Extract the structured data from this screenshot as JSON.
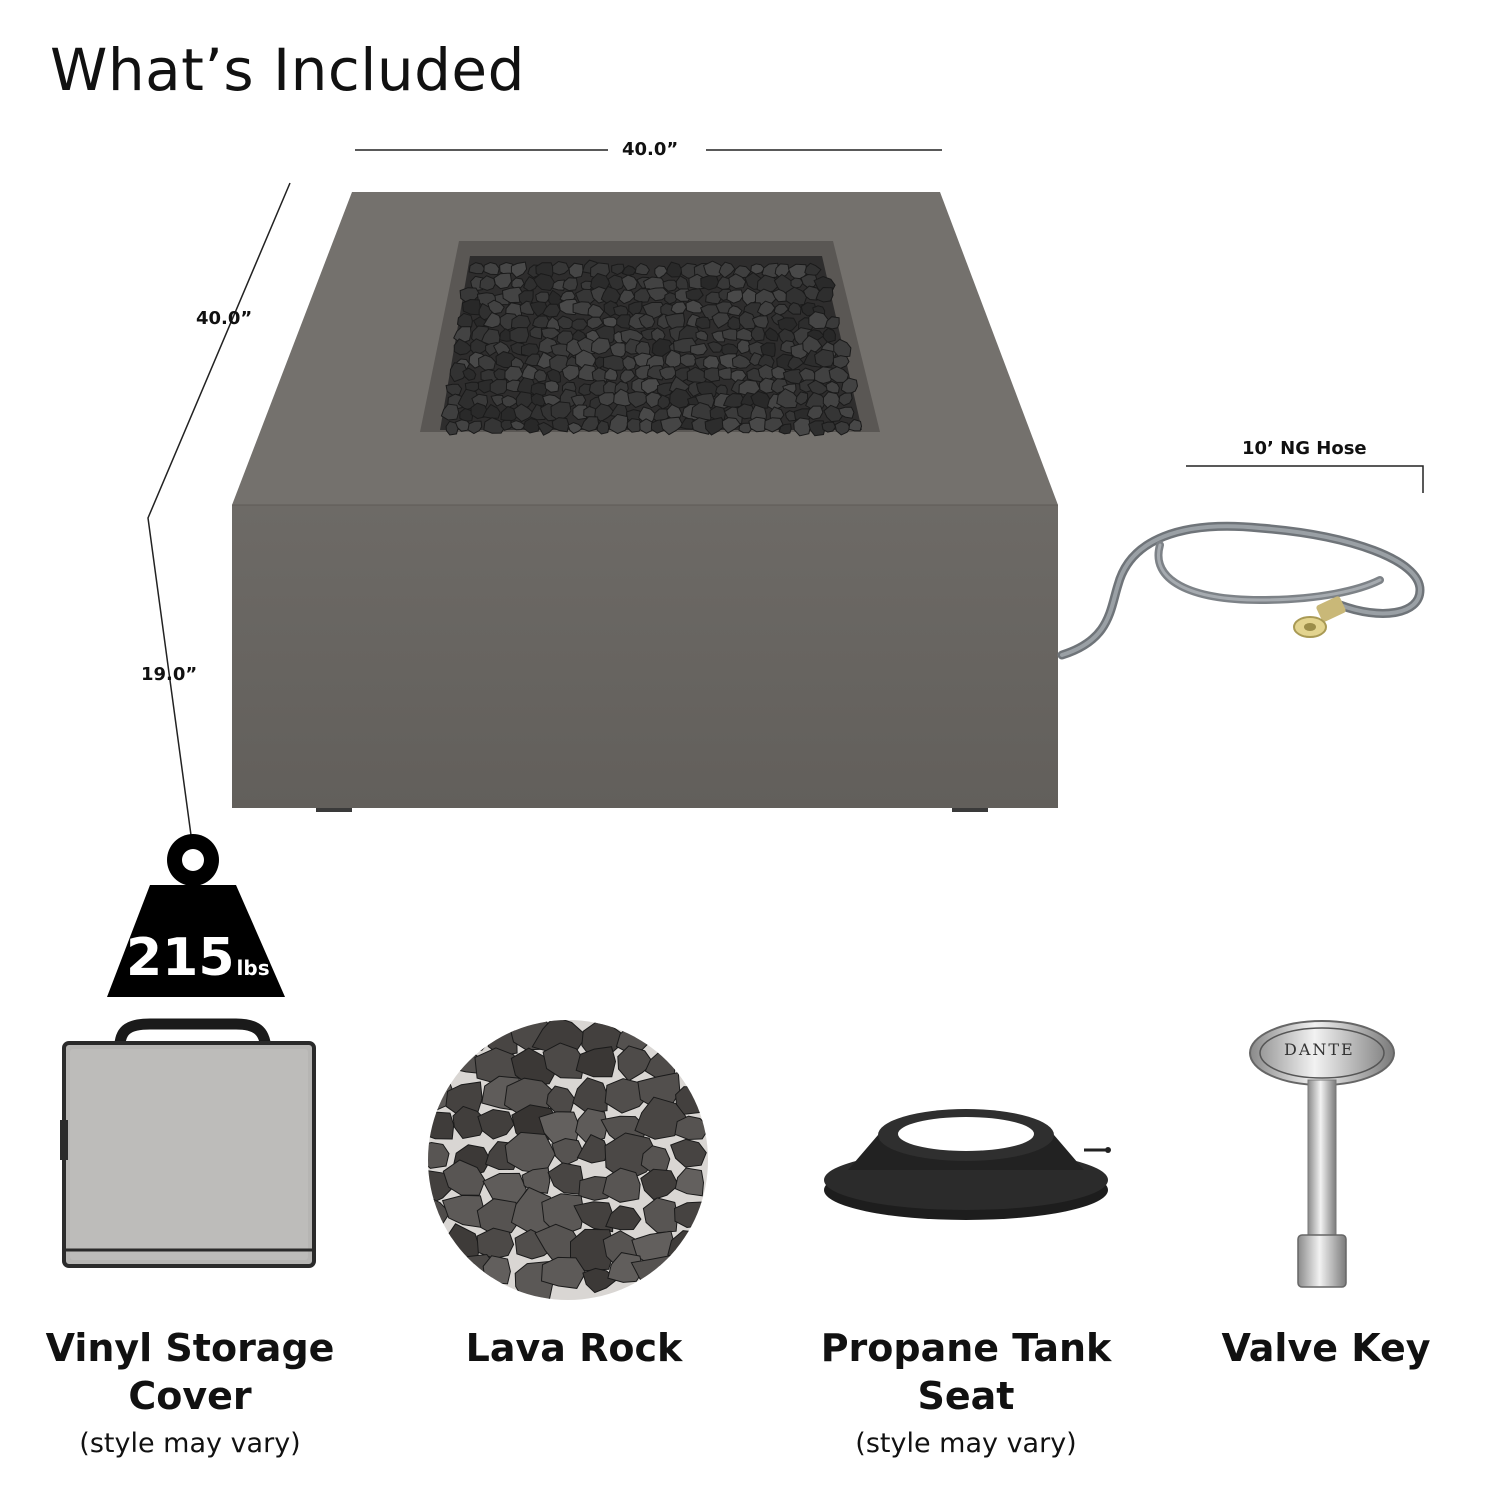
{
  "title": "What’s Included",
  "dimensions": {
    "width": "40.0”",
    "depth": "40.0”",
    "height": "19.0”",
    "hose": "10’ NG Hose"
  },
  "weight": {
    "value": "215",
    "unit": "lbs"
  },
  "key_brand": "DANTE",
  "items": [
    {
      "label": "Vinyl Storage Cover",
      "note": "(style may vary)"
    },
    {
      "label": "Lava Rock",
      "note": ""
    },
    {
      "label": "Propane Tank Seat",
      "note": "(style may vary)"
    },
    {
      "label": "Valve Key",
      "note": ""
    }
  ]
}
